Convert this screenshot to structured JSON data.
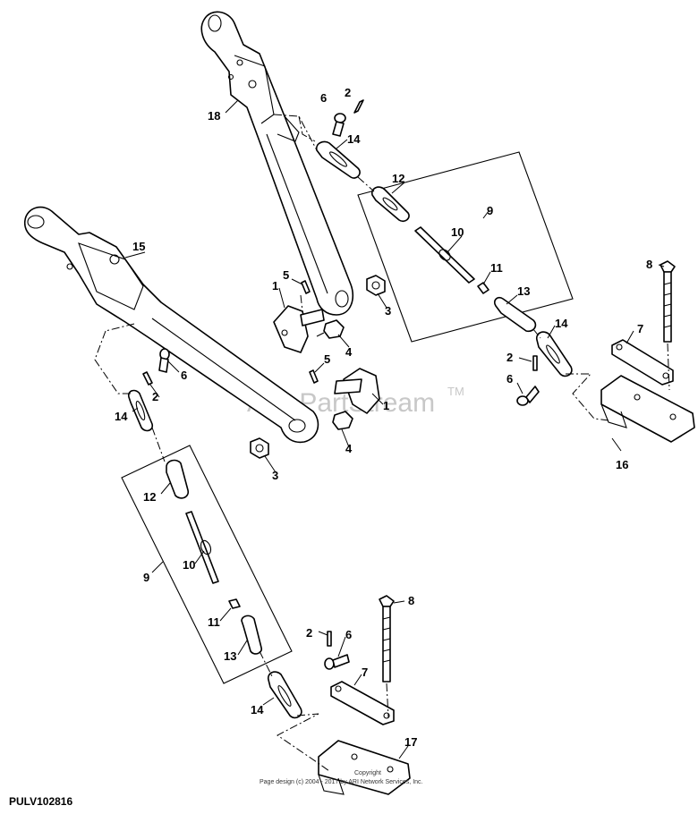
{
  "figure_code": "PULV102816",
  "watermark": {
    "text": "ARI PartStream",
    "trademark": "TM"
  },
  "copyright": {
    "line1": "Copyright",
    "line2": "Page design (c) 2004 - 2017 by ARI Network Services, Inc."
  },
  "callouts": {
    "c1a": "1",
    "c1b": "1",
    "c2a": "2",
    "c2b": "2",
    "c2c": "2",
    "c2d": "2",
    "c3a": "3",
    "c3b": "3",
    "c4a": "4",
    "c4b": "4",
    "c5a": "5",
    "c5b": "5",
    "c6a": "6",
    "c6b": "6",
    "c6c": "6",
    "c6d": "6",
    "c7a": "7",
    "c7b": "7",
    "c8a": "8",
    "c8b": "8",
    "c9a": "9",
    "c9b": "9",
    "c10a": "10",
    "c10b": "10",
    "c11a": "11",
    "c11b": "11",
    "c12a": "12",
    "c12b": "12",
    "c13a": "13",
    "c13b": "13",
    "c14a": "14",
    "c14b": "14",
    "c14c": "14",
    "c14d": "14",
    "c15": "15",
    "c16": "16",
    "c17": "17",
    "c18": "18"
  }
}
